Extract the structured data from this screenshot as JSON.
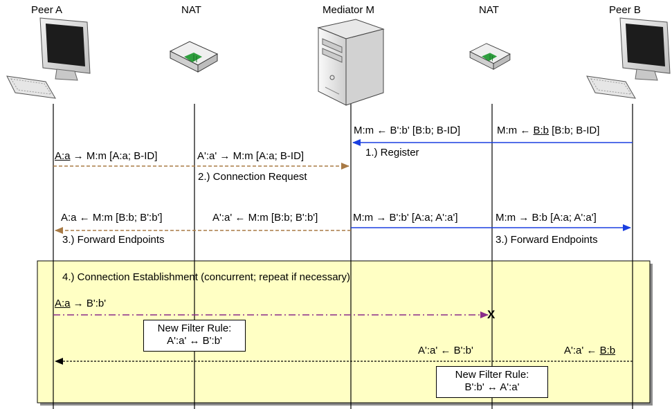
{
  "entities": {
    "peer_a": "Peer A",
    "nat_a": "NAT",
    "mediator": "Mediator M",
    "nat_b": "NAT",
    "peer_b": "Peer B"
  },
  "step1": {
    "msg_b_part1": "M:m ← ",
    "msg_b_ul": "B:b",
    "msg_b_part2": " [B:b; B-ID]",
    "msg_natb": "M:m ← B':b' [B:b; B-ID]",
    "caption": "1.) Register"
  },
  "step2": {
    "msg_a_ul": "A:a",
    "msg_a_rest": " → M:m [A:a; B-ID]",
    "msg_nata": "A':a' → M:m [A:a; B-ID]",
    "caption": "2.) Connection Request"
  },
  "step3": {
    "msg_a": "A:a ← M:m [B:b; B':b']",
    "msg_nata": "A':a' ← M:m [B:b; B':b']",
    "msg_natb": "M:m → B':b' [A:a; A':a']",
    "msg_b": "M:m → B:b [A:a; A':a']",
    "caption_left": "3.) Forward Endpoints",
    "caption_right": "3.) Forward Endpoints"
  },
  "step4": {
    "title": "4.) Connection Establishment (concurrent; repeat if necessary)",
    "msg_a_ul": "A:a",
    "msg_a_rest": " → B':b'",
    "blocked_mark": "X",
    "rule_a_title": "New Filter Rule:",
    "rule_a_value": "A':a' ↔ B':b'",
    "msg_natb": "A':a' ← B':b'",
    "msg_b_part1": "A':a' ← ",
    "msg_b_ul": "B:b",
    "rule_b_title": "New Filter Rule:",
    "rule_b_value": "B':b' ↔ A':a'"
  },
  "colors": {
    "register_blue": "#1a3fe0",
    "request_brown": "#a87a45",
    "punch_purple": "#8a2b8a",
    "panel_fill": "#ffffc4",
    "panel_shadow": "#8c8c8c"
  },
  "icons": [
    "computer-icon",
    "nat-router-icon",
    "server-icon",
    "nat-router-icon",
    "computer-icon"
  ]
}
